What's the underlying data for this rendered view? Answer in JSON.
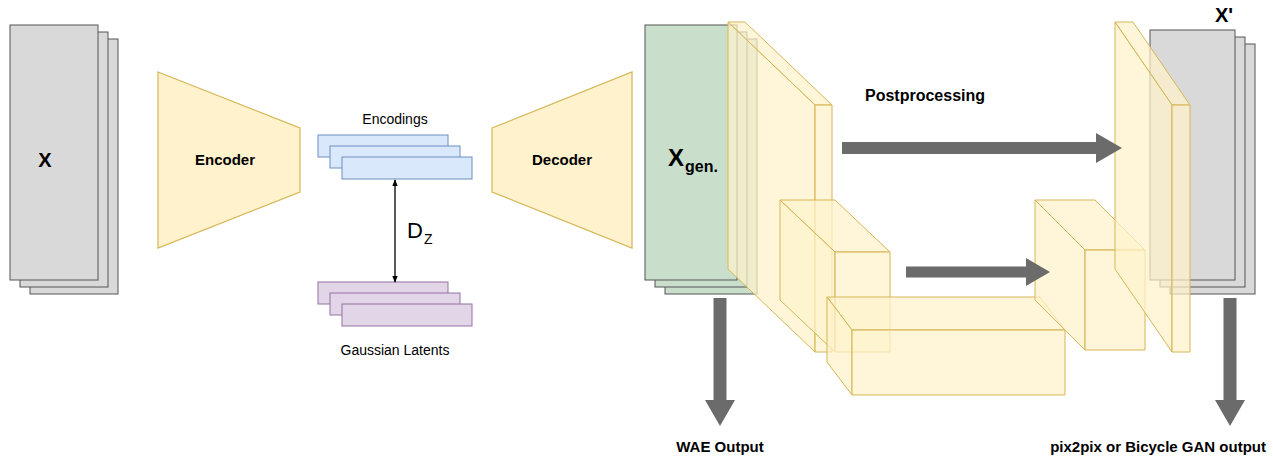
{
  "diagram": {
    "nodes": [
      {
        "text": [
          "X"
        ]
      },
      {
        "text": [
          "Encoder"
        ]
      },
      {
        "text": [
          "Encodings"
        ]
      },
      {
        "text": [
          "Gaussian Latents"
        ]
      },
      {
        "text": [
          "Decoder"
        ]
      },
      {
        "text": [
          "X",
          "gen."
        ]
      },
      {
        "text": [
          "Postprocessing"
        ]
      },
      {
        "text": [
          "X'"
        ]
      }
    ],
    "edges": [
      {
        "from": 2,
        "to": 3,
        "arrow": "both",
        "label": "D"
      }
    ],
    "labels": [
      "Z",
      "WAE Output",
      "pix2pix or Bicycle GAN output"
    ]
  }
}
